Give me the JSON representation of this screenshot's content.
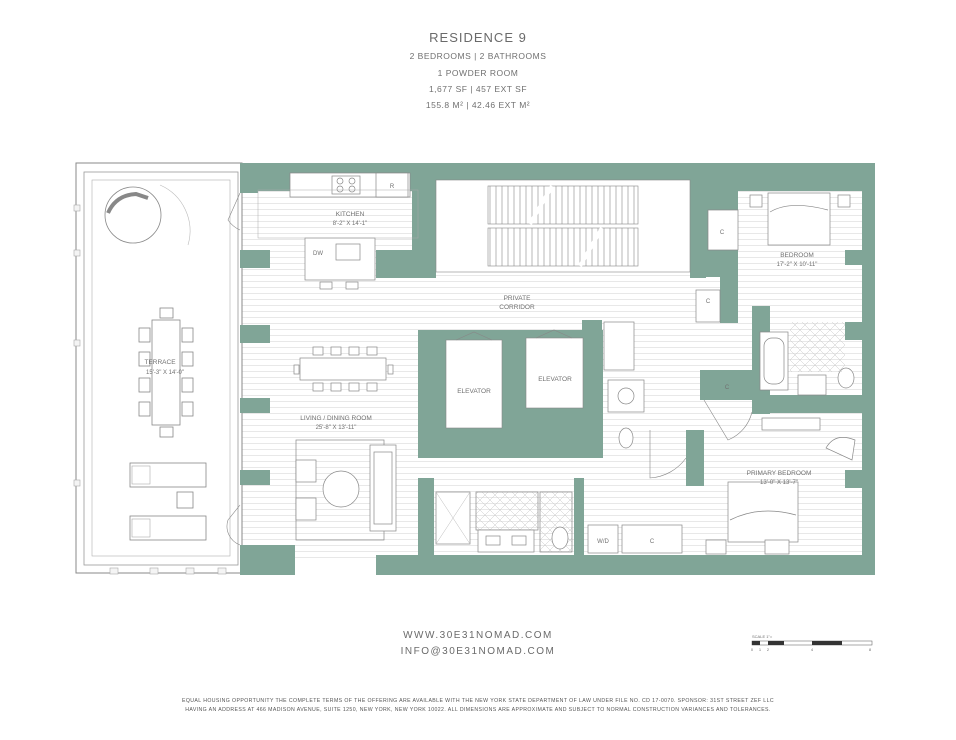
{
  "header": {
    "title": "RESIDENCE 9",
    "line1": "2 BEDROOMS | 2 BATHROOMS",
    "line2": "1 POWDER ROOM",
    "line3": "1,677 SF | 457 EXT SF",
    "line4": "155.8 M² | 42.46 EXT M²"
  },
  "rooms": {
    "kitchen": {
      "name": "KITCHEN",
      "dims": "8'-2\" X 14'-1\""
    },
    "bedroom": {
      "name": "BEDROOM",
      "dims": "17'-2\" X 10'-11\""
    },
    "corridor": {
      "line1": "PRIVATE",
      "line2": "CORRIDOR"
    },
    "terrace": {
      "name": "TERRACE",
      "dims": "15'-3\" X 14'-0\""
    },
    "living": {
      "name": "LIVING / DINING ROOM",
      "dims": "25'-8\" X 13'-11\""
    },
    "primary": {
      "name": "PRIMARY BEDROOM",
      "dims": "13'-0\" X 13'-7\""
    },
    "elevator_a": "ELEVATOR",
    "elevator_b": "ELEVATOR"
  },
  "fixtures": {
    "dishwasher": "DW",
    "refrigerator": "R",
    "washer_dryer": "W/D",
    "closet": "C"
  },
  "scale": {
    "label": "SCALE 1\"=",
    "ticks": [
      "0",
      "1",
      "2",
      "4",
      "8"
    ]
  },
  "footer": {
    "website": "WWW.30E31NOMAD.COM",
    "email": "INFO@30E31NOMAD.COM",
    "legal1": "EQUAL HOUSING OPPORTUNITY THE COMPLETE TERMS OF THE OFFERING ARE AVAILABLE WITH THE NEW YORK STATE DEPARTMENT OF LAW UNDER FILE NO. CD 17-0070. SPONSOR: 31ST STREET ZEF LLC",
    "legal2": "HAVING AN ADDRESS AT 466 MADISON AVENUE, SUITE 1250, NEW YORK, NEW YORK 10022. ALL DIMENSIONS ARE APPROXIMATE AND SUBJECT TO NORMAL CONSTRUCTION VARIANCES AND TOLERANCES."
  },
  "colors": {
    "wall": "#80a597",
    "floor_line": "#e6e6e6",
    "stroke": "#777777"
  }
}
